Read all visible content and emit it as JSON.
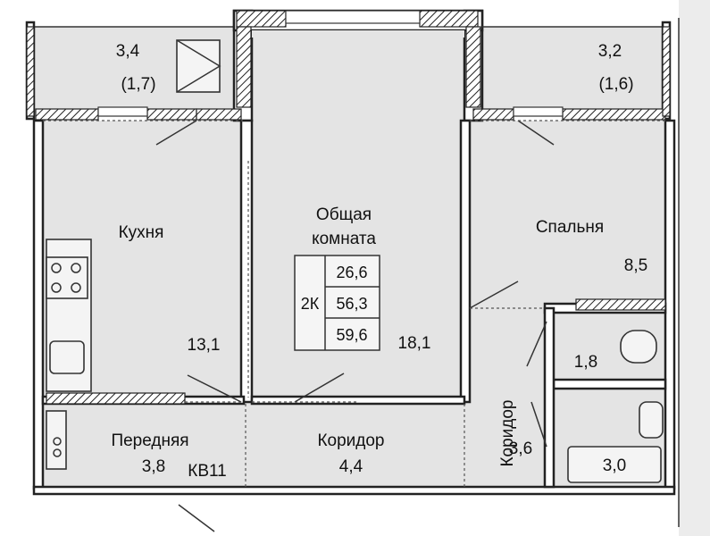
{
  "rooms": {
    "balcony_left_area": "3,4",
    "balcony_left_sub": "(1,7)",
    "balcony_right_area": "3,2",
    "balcony_right_sub": "(1,6)",
    "kitchen_name": "Кухня",
    "kitchen_area": "13,1",
    "living_name_1": "Общая",
    "living_name_2": "комната",
    "living_area": "18,1",
    "bedroom_name": "Спальня",
    "bedroom_area": "8,5",
    "hall_name": "Передняя",
    "hall_area": "3,8",
    "apt_number": "КВ11",
    "corridor_name": "Коридор",
    "corridor_area": "4,4",
    "corridor2_name": "Коридор",
    "corridor2_area": "3,6",
    "wc_area": "1,8",
    "bath_area": "3,0"
  },
  "summary": {
    "type": "2К",
    "living": "26,6",
    "total": "56,3",
    "total_with_balconies": "59,6"
  }
}
